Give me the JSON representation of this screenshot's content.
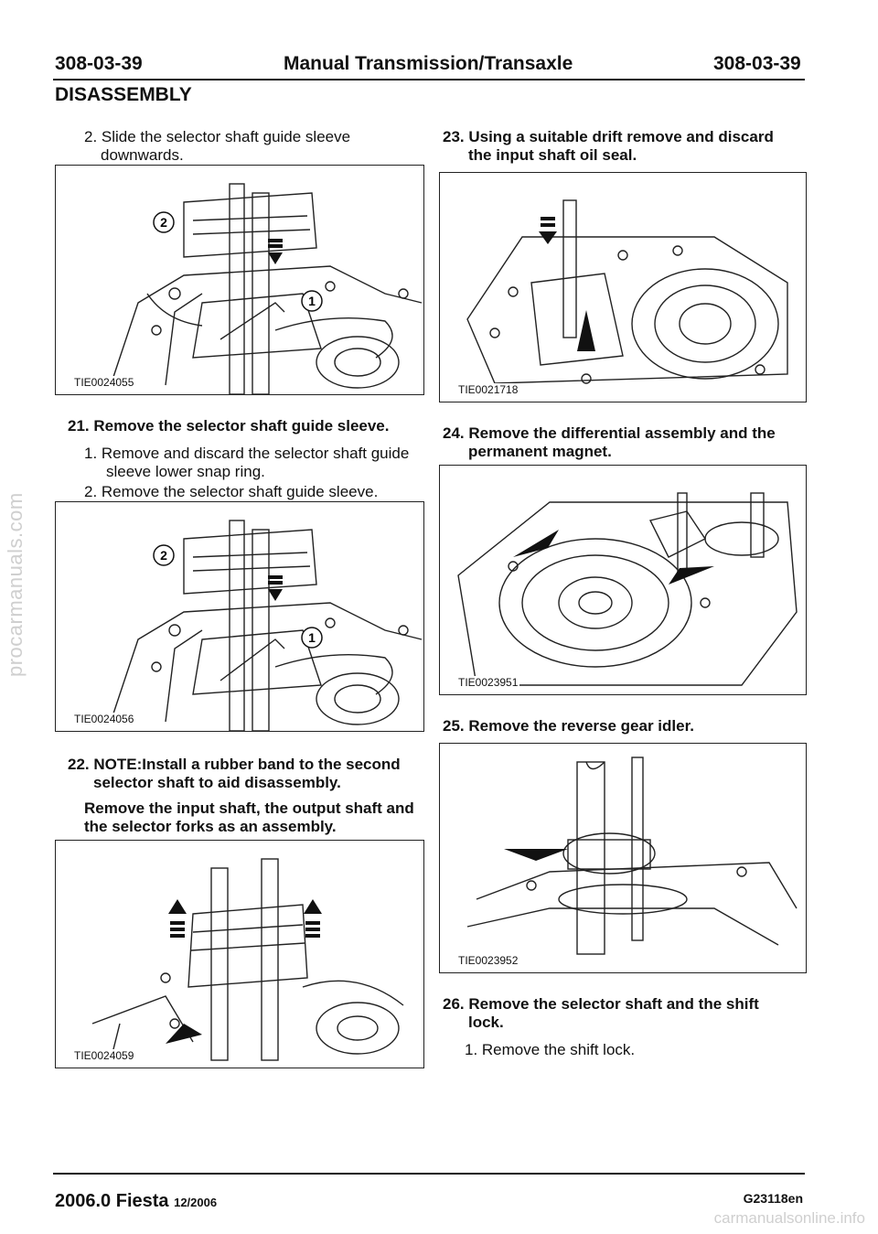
{
  "header": {
    "code_left": "308-03-39",
    "title": "Manual Transmission/Transaxle",
    "code_right": "308-03-39",
    "section": "DISASSEMBLY"
  },
  "left": {
    "sub2_slide": "2. Slide the selector shaft guide sleeve",
    "sub2_slide_2": "downwards.",
    "fig1_code": "TIE0024055",
    "step21": "21. Remove the selector shaft guide sleeve.",
    "step21_sub1_a": "1. Remove and discard the selector shaft guide",
    "step21_sub1_b": "sleeve lower snap ring.",
    "step21_sub2": "2. Remove the selector shaft guide sleeve.",
    "fig2_code": "TIE0024056",
    "step22_a": "22. NOTE:Install a rubber band to the second",
    "step22_b": "selector shaft to aid disassembly.",
    "step22_c": "Remove the input shaft, the output shaft and",
    "step22_d": "the selector forks as an assembly.",
    "fig3_code": "TIE0024059"
  },
  "right": {
    "step23_a": "23. Using a suitable drift remove and discard",
    "step23_b": "the input shaft oil seal.",
    "fig4_code": "TIE0021718",
    "step24_a": "24. Remove the differential assembly and the",
    "step24_b": "permanent magnet.",
    "fig5_code": "TIE0023951",
    "step25": "25. Remove the reverse gear idler.",
    "fig6_code": "TIE0023952",
    "step26_a": "26. Remove the selector shaft and the shift",
    "step26_b": "lock.",
    "step26_sub1": "1. Remove the shift lock."
  },
  "callouts": {
    "one": "1",
    "two": "2"
  },
  "footer": {
    "model": "2006.0 Fiesta",
    "date": "12/2006",
    "doc_code": "G23118en"
  },
  "watermarks": {
    "side": "procarmanuals.com",
    "bottom": "carmanualsonline.info"
  }
}
